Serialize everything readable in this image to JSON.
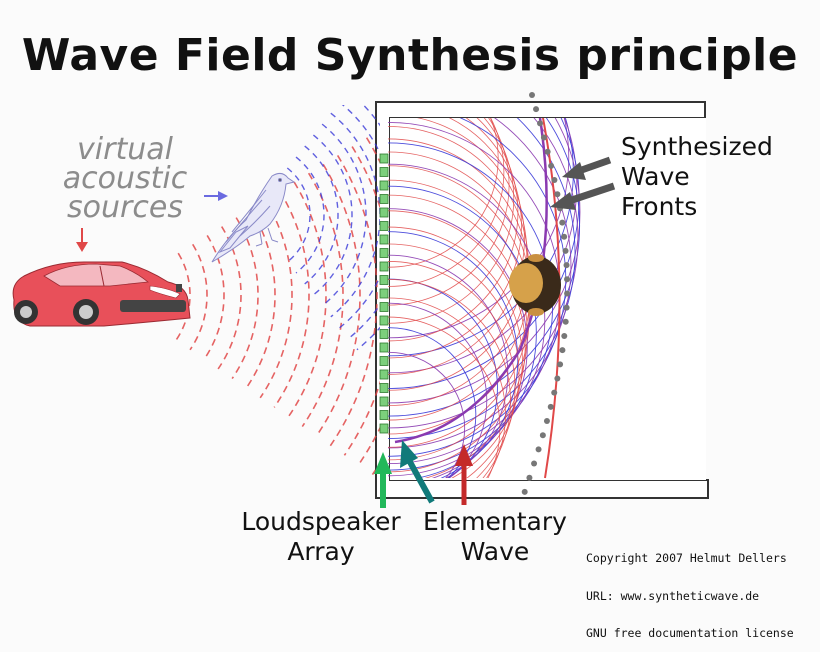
{
  "title": "Wave Field Synthesis principle",
  "virtual_sources_label": [
    "virtual",
    "acoustic",
    "sources"
  ],
  "wave_fronts_label": [
    "Synthesized",
    "Wave",
    "Fronts"
  ],
  "loudspeaker_label": [
    "Loudspeaker",
    "Array"
  ],
  "elementary_label": [
    "Elementary",
    "Wave"
  ],
  "copyright": [
    "Copyright 2007 Helmut Dellers",
    "URL: www.syntheticwave.de",
    "GNU free documentation license"
  ],
  "colors": {
    "background": "#fbfbfb",
    "red_wave": "#e04848",
    "blue_wave": "#3a3ad8",
    "purple_wave": "#8a3ab0",
    "speaker_green": "#7ccf7c",
    "arrow_green": "#22b85a",
    "arrow_teal": "#117a7a",
    "arrow_red": "#c42a2a",
    "arrow_grey": "#555555",
    "car_red": "#e8505a",
    "virtual_text": "#8c8c8c"
  },
  "icons": [
    "car-icon",
    "bird-icon",
    "listener-head-icon",
    "loudspeaker-icon"
  ]
}
